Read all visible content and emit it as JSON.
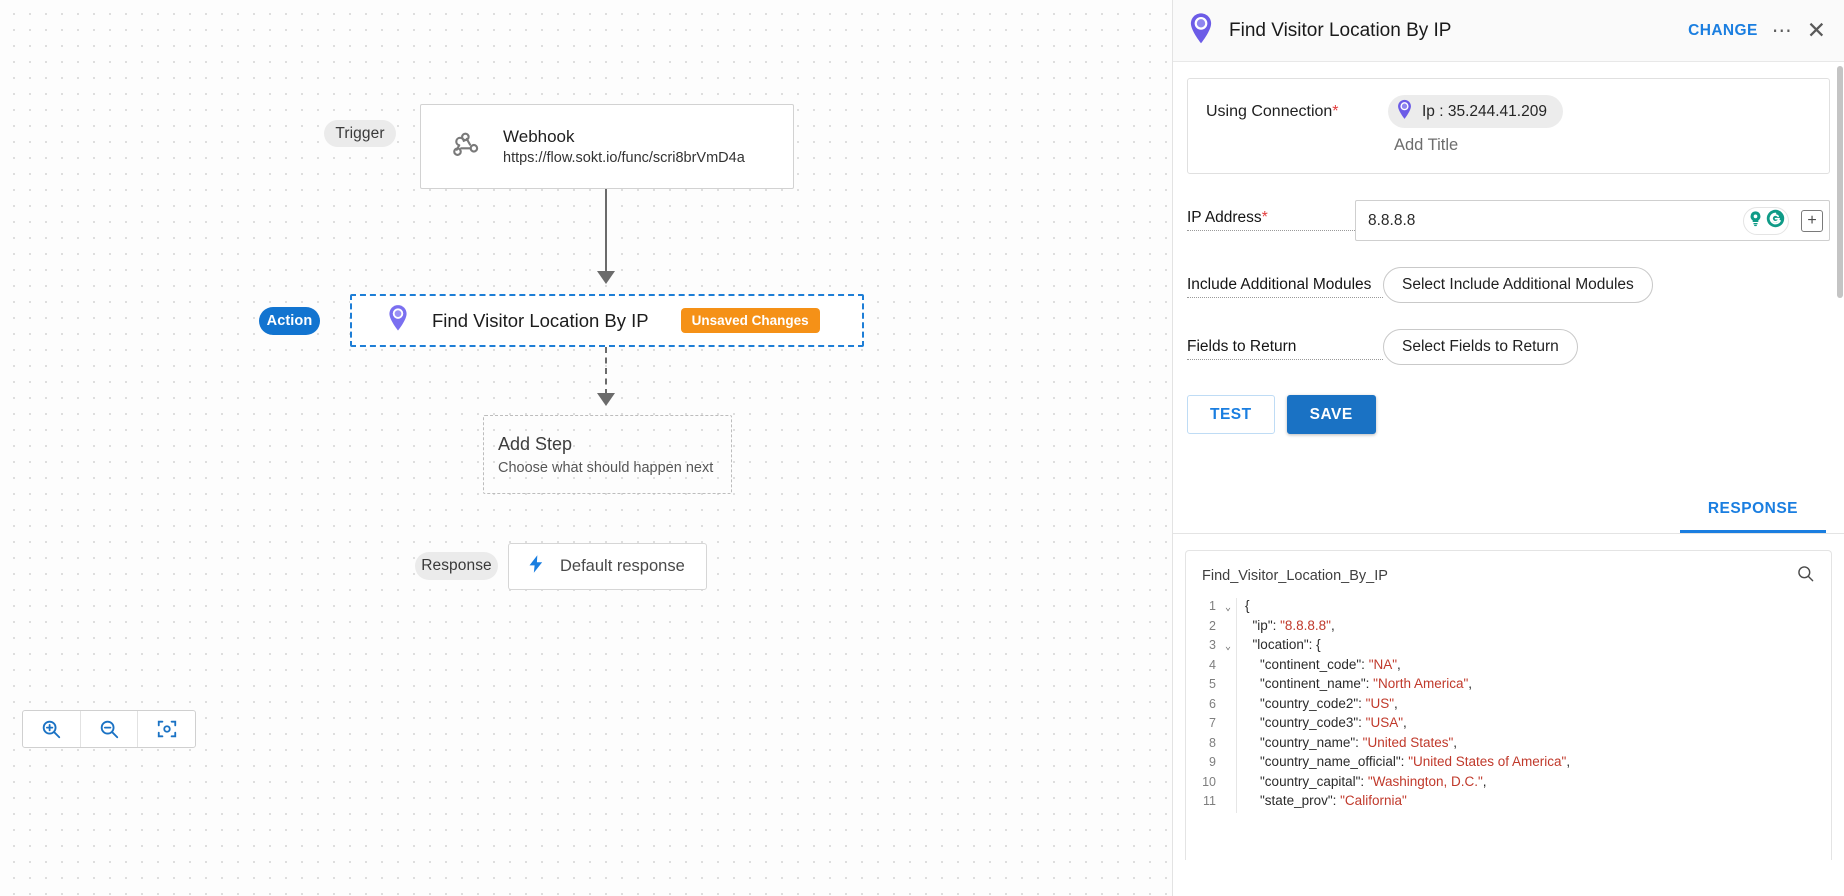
{
  "canvas": {
    "trigger_label": "Trigger",
    "action_label": "Action",
    "response_label": "Response",
    "webhook": {
      "icon": "webhook-icon",
      "title": "Webhook",
      "url": "https://flow.sokt.io/func/scri8brVmD4a"
    },
    "action_node": {
      "icon": "location-pin-icon",
      "title": "Find Visitor Location By IP",
      "badge": "Unsaved Changes",
      "badge_color": "#f59117"
    },
    "add_step": {
      "title": "Add Step",
      "subtitle": "Choose what should happen next"
    },
    "response_node": {
      "icon": "lightning-bolt-icon",
      "label": "Default response"
    },
    "zoom_controls": [
      {
        "name": "zoom-in-icon"
      },
      {
        "name": "zoom-out-icon"
      },
      {
        "name": "fit-to-screen-icon"
      }
    ]
  },
  "panel": {
    "header": {
      "icon": "location-pin-icon",
      "title": "Find Visitor Location By IP",
      "change_label": "CHANGE",
      "more_icon": "more-options-icon",
      "close_icon": "close-icon"
    },
    "connection": {
      "label": "Using Connection",
      "required": "*",
      "chip_icon": "location-pin-icon",
      "chip_text": "Ip : 35.244.41.209",
      "add_title_placeholder": "Add Title"
    },
    "fields": [
      {
        "label": "IP Address",
        "required": "*",
        "value": "8.8.8.8",
        "addons": [
          "lightbulb-icon",
          "grammarly-icon",
          "add-variable-icon"
        ]
      },
      {
        "label": "Include Additional Modules",
        "required": "",
        "select_label": "Select Include Additional Modules"
      },
      {
        "label": "Fields to Return",
        "required": "",
        "select_label": "Select Fields to Return"
      }
    ],
    "buttons": {
      "test": "TEST",
      "save": "SAVE",
      "save_color": "#1a72c4"
    },
    "tabs": [
      {
        "label": "RESPONSE",
        "active": true
      }
    ],
    "response_viewer": {
      "name": "Find_Visitor_Location_By_IP",
      "search_icon": "search-icon",
      "lines": [
        {
          "num": "1",
          "caret": "⌄",
          "text": "{"
        },
        {
          "num": "2",
          "caret": "",
          "text": "  \"ip\": \"8.8.8.8\","
        },
        {
          "num": "3",
          "caret": "⌄",
          "text": "  \"location\": {"
        },
        {
          "num": "4",
          "caret": "",
          "text": "    \"continent_code\": \"NA\","
        },
        {
          "num": "5",
          "caret": "",
          "text": "    \"continent_name\": \"North America\","
        },
        {
          "num": "6",
          "caret": "",
          "text": "    \"country_code2\": \"US\","
        },
        {
          "num": "7",
          "caret": "",
          "text": "    \"country_code3\": \"USA\","
        },
        {
          "num": "8",
          "caret": "",
          "text": "    \"country_name\": \"United States\","
        },
        {
          "num": "9",
          "caret": "",
          "text": "    \"country_name_official\": \"United States of America\","
        },
        {
          "num": "10",
          "caret": "",
          "text": "    \"country_capital\": \"Washington, D.C.\","
        },
        {
          "num": "11",
          "caret": "",
          "text": "    \"state_prov\": \"California\""
        }
      ]
    }
  }
}
